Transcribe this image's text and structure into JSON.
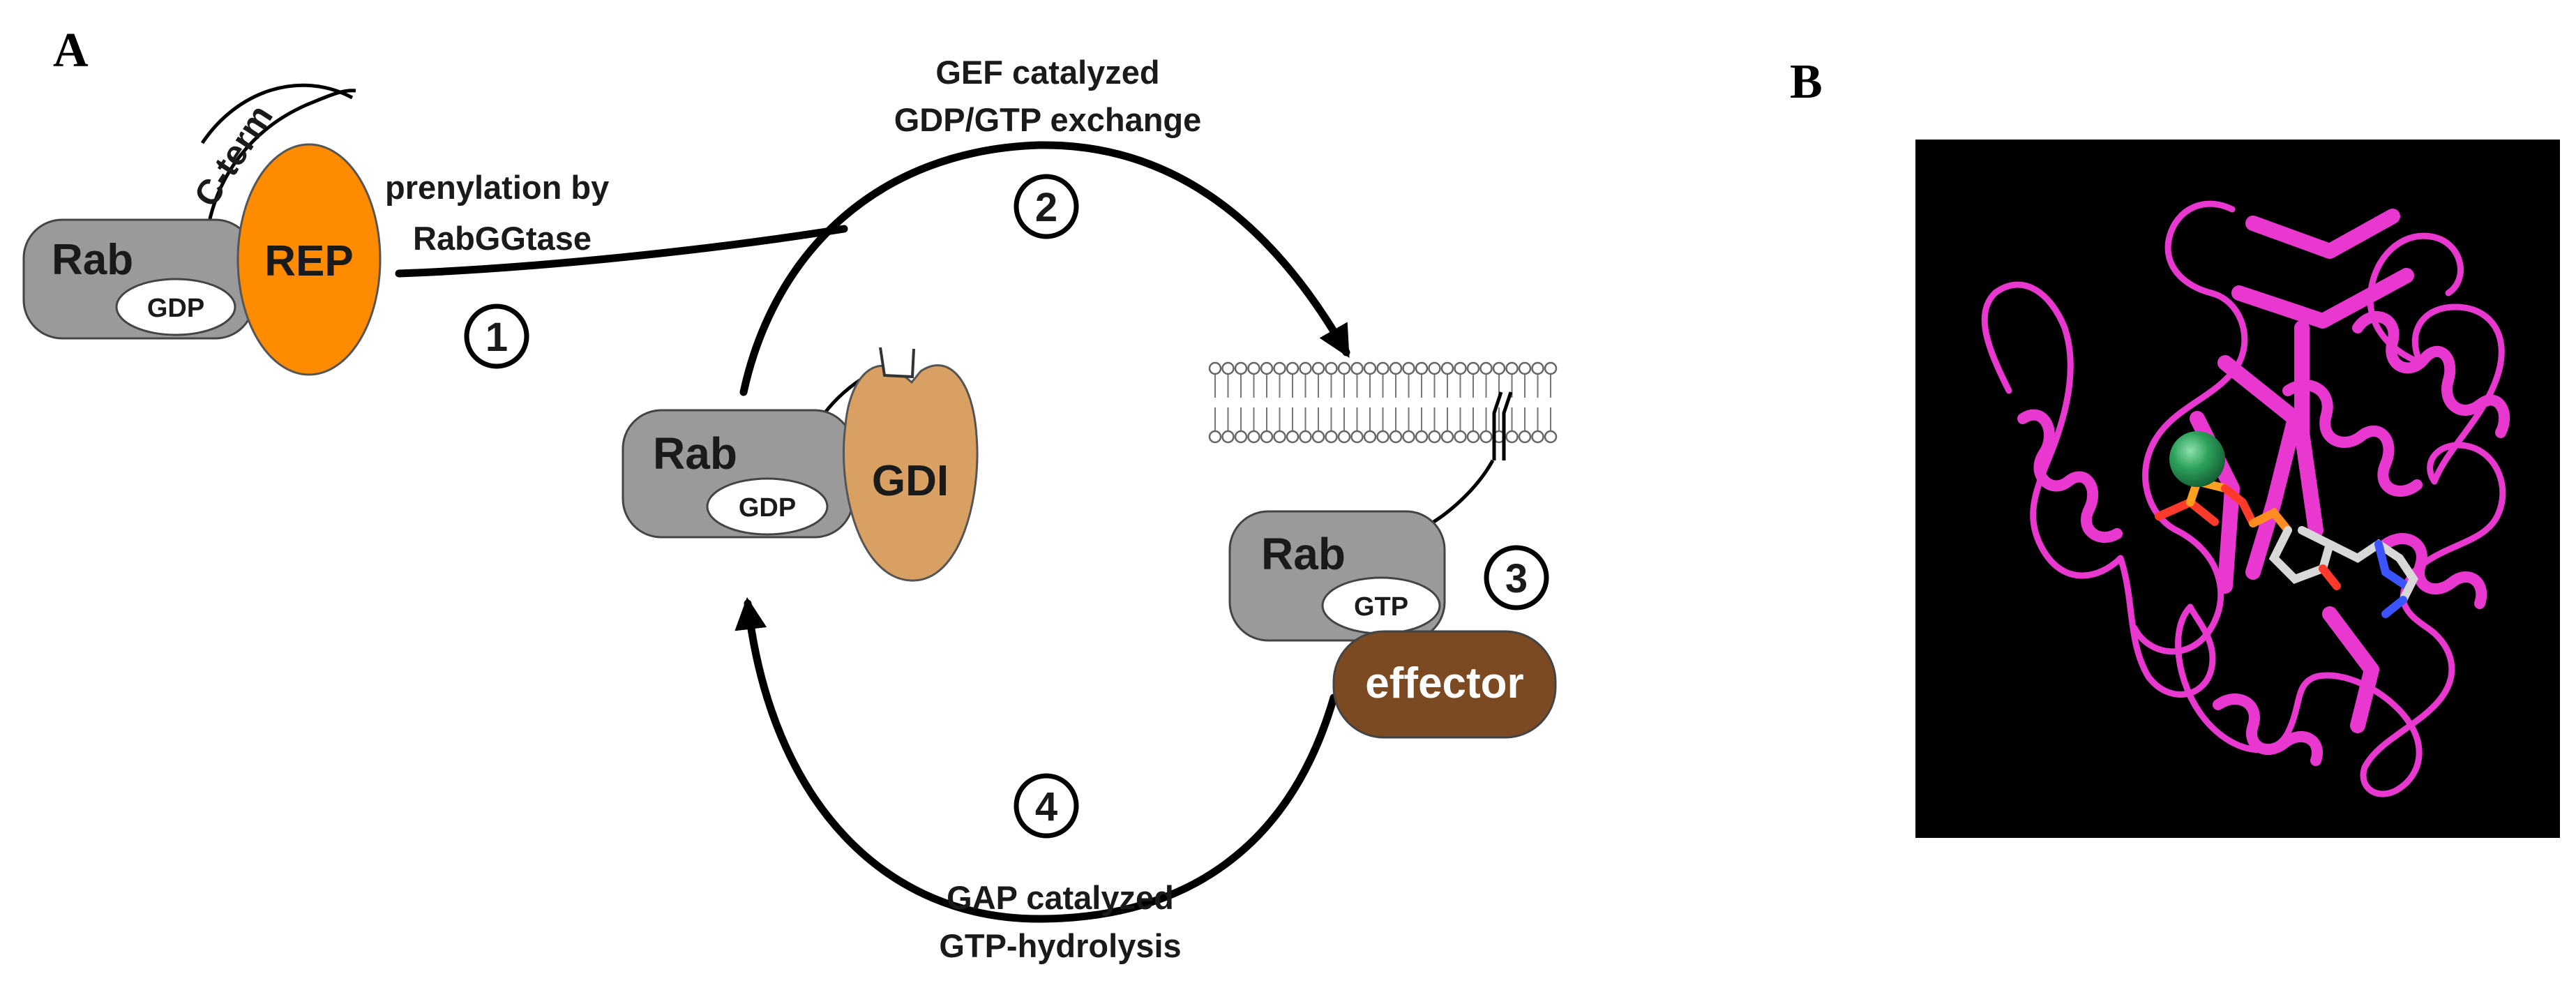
{
  "panels": {
    "a_letter": "A",
    "b_letter": "B"
  },
  "cycle": {
    "rep_complex": {
      "rab": "Rab",
      "nucleotide": "GDP",
      "partner": "REP",
      "tail": "C-term"
    },
    "gdi_complex": {
      "rab": "Rab",
      "nucleotide": "GDP",
      "partner": "GDI"
    },
    "effector_complex": {
      "rab": "Rab",
      "nucleotide": "GTP",
      "partner": "effector"
    },
    "steps": [
      {
        "number": "1",
        "line1": "prenylation by",
        "line2": "RabGGtase"
      },
      {
        "number": "2",
        "line1": "GEF catalyzed",
        "line2": "GDP/GTP exchange"
      },
      {
        "number": "3",
        "line1": "",
        "line2": ""
      },
      {
        "number": "4",
        "line1": "GAP catalyzed",
        "line2": "GTP-hydrolysis"
      }
    ]
  },
  "colors": {
    "rab_fill": "#9a9a9a",
    "rep_fill": "#ff8c00",
    "gdi_fill": "#d9a063",
    "effector_fill": "#7b4a22",
    "protein_ribbon": "#e838d0",
    "metal_ion": "#2fa35e",
    "structure_bg": "#000000"
  },
  "structure": {
    "kind": "ribbon-structure",
    "ligands": [
      "nucleotide",
      "magnesium-ion"
    ]
  }
}
